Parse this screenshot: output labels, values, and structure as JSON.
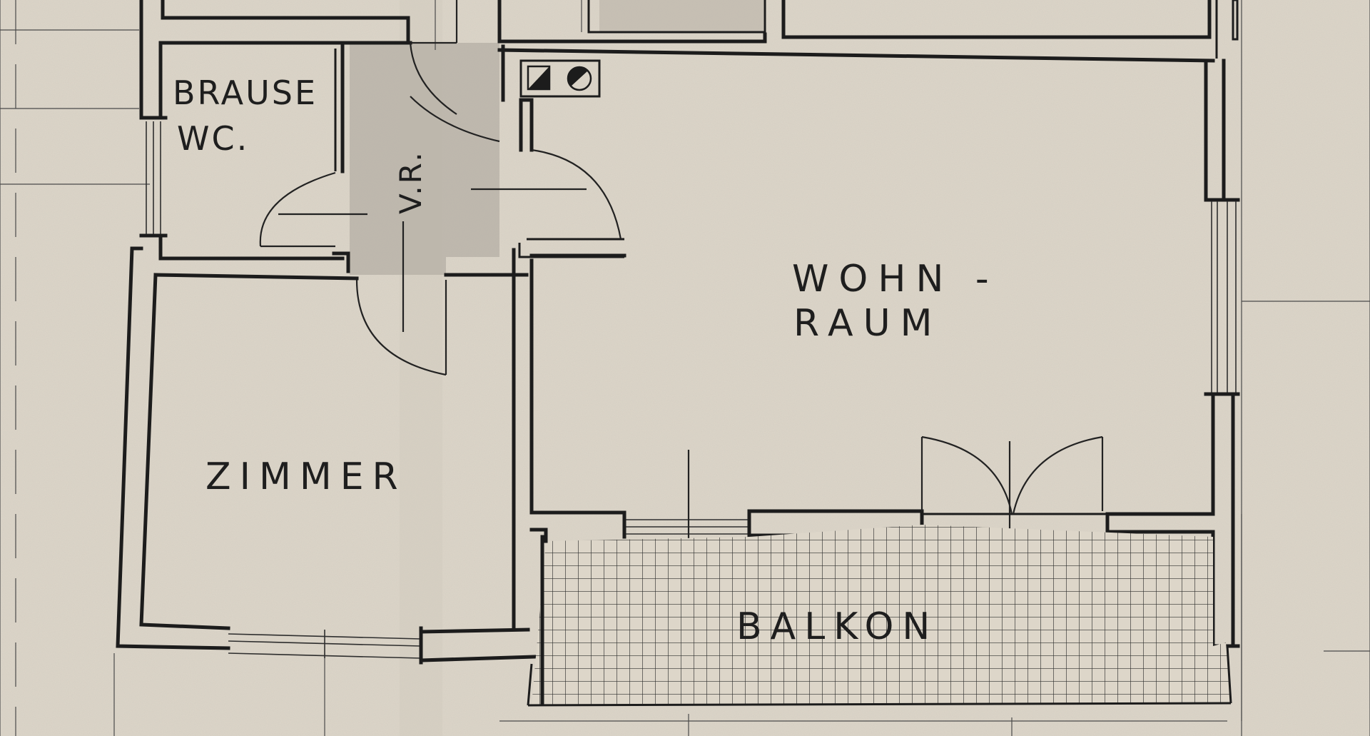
{
  "plan": {
    "rooms": [
      {
        "id": "brause-wc",
        "lines": [
          "BRAUSE",
          "WC."
        ]
      },
      {
        "id": "vr",
        "lines": [
          "V.R."
        ]
      },
      {
        "id": "wohnraum",
        "lines": [
          "WOHN -",
          "RAUM"
        ]
      },
      {
        "id": "zimmer",
        "lines": [
          "ZIMMER"
        ]
      },
      {
        "id": "balkon",
        "lines": [
          "BALKON"
        ]
      }
    ]
  },
  "colors": {
    "paper": "#ddd6c9",
    "ink": "#1c1c1c",
    "shade": "#b8b2a8"
  }
}
